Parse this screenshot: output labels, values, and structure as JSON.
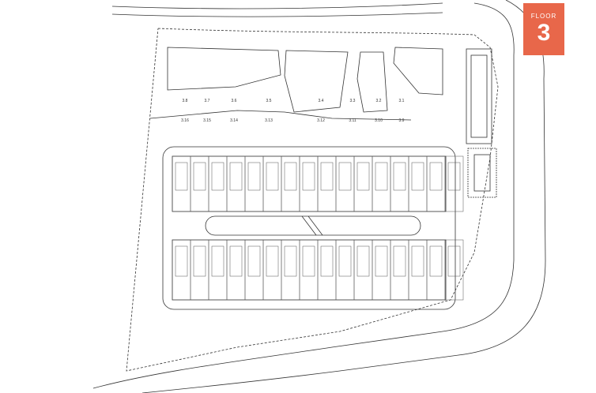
{
  "badge": {
    "label": "FLOOR",
    "number": "3",
    "color": "#e8674a"
  },
  "plots_top": [
    "3.8",
    "3.7",
    "3.6",
    "3.5",
    "3.4",
    "3.3",
    "3.2",
    "3.1"
  ],
  "plots_bottom": [
    "3.16",
    "3.15",
    "3.14",
    "3.13",
    "3.12",
    "3.11",
    "3.10",
    "3.9"
  ]
}
